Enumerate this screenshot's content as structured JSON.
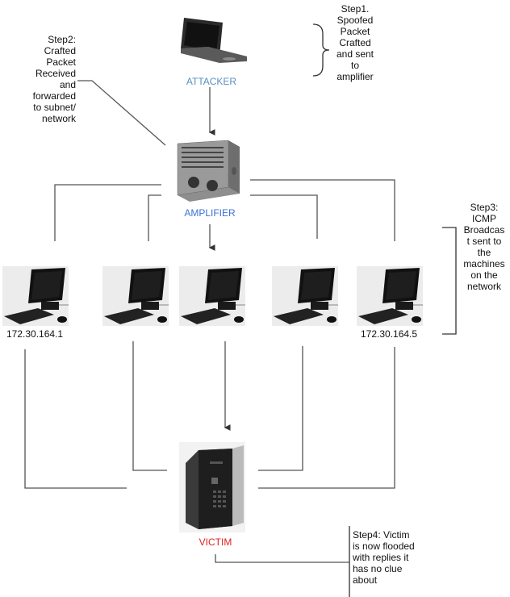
{
  "nodes": {
    "attacker": {
      "label": "ATTACKER",
      "color": "#5a8fc0",
      "icon": "laptop-icon"
    },
    "amplifier": {
      "label": "AMPLIFIER",
      "color": "#3a72d8",
      "icon": "switch-chassis-icon"
    },
    "victim": {
      "label": "VICTIM",
      "color": "#e02020",
      "icon": "server-tower-icon"
    },
    "machines": [
      {
        "ip": "172.30.164.1",
        "icon": "desktop-computer-icon"
      },
      {
        "ip": "",
        "icon": "desktop-computer-icon"
      },
      {
        "ip": "",
        "icon": "desktop-computer-icon"
      },
      {
        "ip": "",
        "icon": "desktop-computer-icon"
      },
      {
        "ip": "172.30.164.5",
        "icon": "desktop-computer-icon"
      }
    ]
  },
  "steps": {
    "step1": [
      "Step1.",
      "Spoofed",
      "Packet",
      "Crafted",
      "and sent",
      "to",
      "amplifier"
    ],
    "step2": [
      "Step2:",
      "Crafted",
      "Packet",
      "Received",
      "and",
      "forwarded",
      "to subnet/",
      "network"
    ],
    "step3": [
      "Step3:",
      "ICMP",
      "Broadcas",
      "t sent to",
      "the",
      "machines",
      "on the",
      "network"
    ],
    "step4": [
      "Step4: Victim",
      "is now flooded",
      "with replies it",
      "has no clue",
      "about"
    ]
  }
}
